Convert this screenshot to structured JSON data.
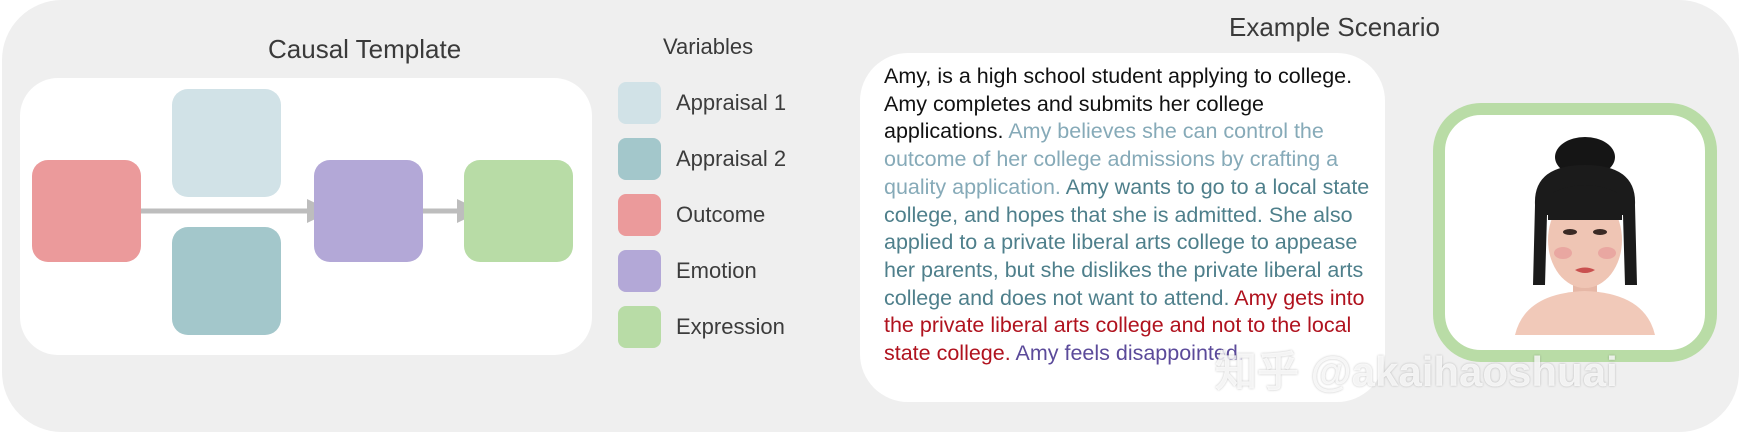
{
  "titles": {
    "causal_template": "Causal Template",
    "variables": "Variables",
    "example_scenario": "Example Scenario"
  },
  "colors": {
    "appraisal1": "#d1e2e7",
    "appraisal2": "#a3c7cb",
    "outcome": "#eb9a9b",
    "emotion": "#b3a8d7",
    "expression": "#b8dca6",
    "arrow": "#bdbdbd",
    "appraisal1_text": "#86aab8",
    "appraisal2_text": "#4e7f8b",
    "outcome_text": "#b0121e",
    "emotion_text": "#5b4a9a"
  },
  "legend": [
    {
      "label": "Appraisal 1",
      "color": "#d1e2e7"
    },
    {
      "label": "Appraisal 2",
      "color": "#a3c7cb"
    },
    {
      "label": "Outcome",
      "color": "#eb9a9b"
    },
    {
      "label": "Emotion",
      "color": "#b3a8d7"
    },
    {
      "label": "Expression",
      "color": "#b8dca6"
    }
  ],
  "scenario": {
    "intro": "Amy, is a high school student applying to college. Amy completes and submits her college applications.",
    "appraisal1": "Amy believes she can control the outcome of her college admissions by crafting a quality application.",
    "appraisal2": "Amy wants to go to a local state college, and hopes that she is admitted. She also applied to a private liberal arts college to appease her parents, but she dislikes the private liberal arts college and does not want to attend.",
    "outcome": "Amy gets into the private liberal arts college and not to the local state college.",
    "emotion": "Amy feels disappointed."
  },
  "avatar_icon": "face-render",
  "watermark": "知乎 @akaihaoshuai"
}
